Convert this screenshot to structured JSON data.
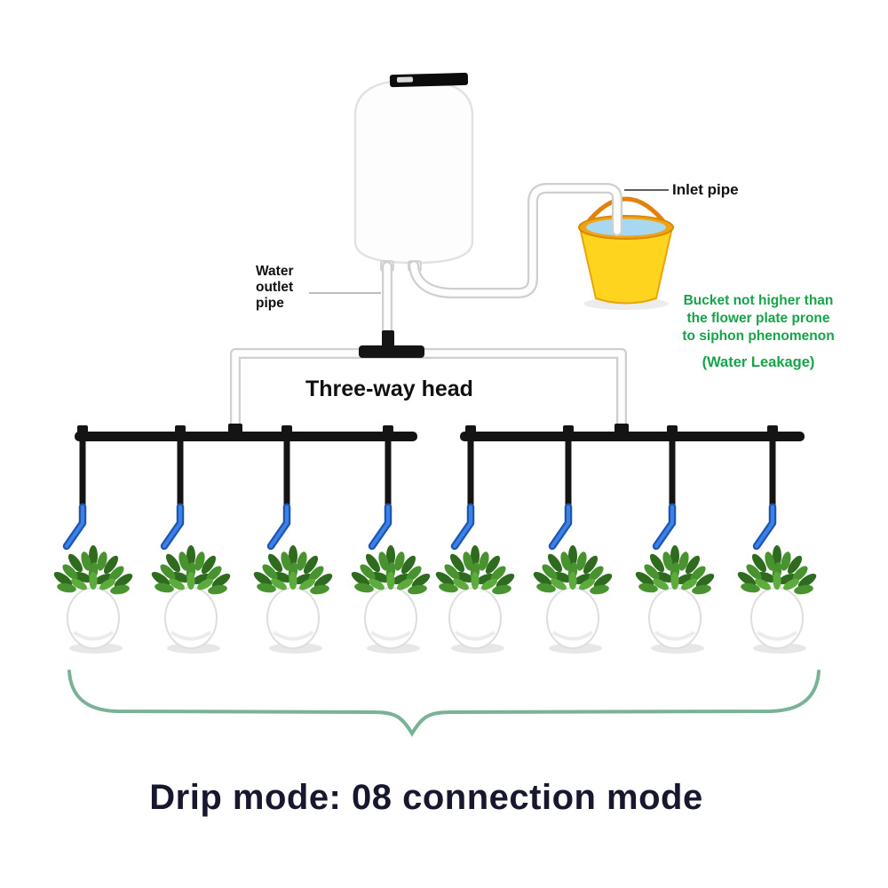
{
  "title": "Drip mode: 08 connection mode",
  "labels": {
    "inlet_pipe": "Inlet pipe",
    "water_outlet_pipe": "Water\noutlet\npipe",
    "three_way_head": "Three-way head"
  },
  "annotation": {
    "warning": "Bucket not higher than\nthe flower plate prone\nto siphon phenomenon",
    "water_leakage": "(Water Leakage)"
  },
  "diagram": {
    "plant_count": 8,
    "drip_lines": 8,
    "mode": "Drip mode",
    "connections": "08"
  },
  "colors": {
    "pipe_outline": "#cfcfcf",
    "black_pipe": "#141414",
    "bucket_yellow": "#ffd41f",
    "bucket_rim": "#f2a312",
    "water_blue": "#a8d8ef",
    "handle_orange": "#e2820a",
    "dripper_blue": "#3b82e8",
    "dripper_dark": "#1e55b0",
    "plant_dark": "#2e6b1f",
    "plant_mid": "#48932f",
    "plant_light": "#5cab3c",
    "annotation_green": "#17a34a",
    "brace_green": "#79b296",
    "title_color": "#17172f",
    "label_color": "#101010"
  }
}
